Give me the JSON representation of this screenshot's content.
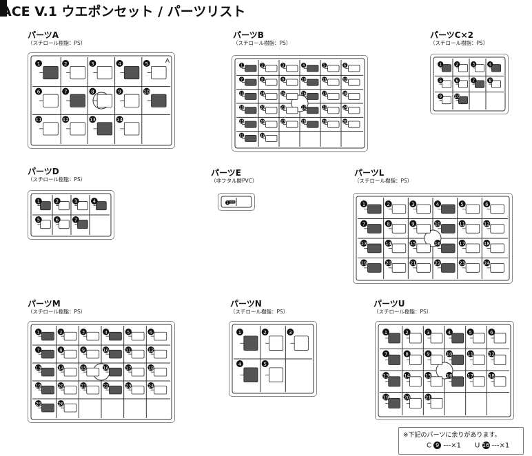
{
  "header": {
    "title": "ACE V.1 ウエポンセット / パーツリスト"
  },
  "parts": [
    {
      "id": "A",
      "name": "パーツA",
      "material": "（スチロール樹脂：PS）",
      "corner_letter": "A",
      "max_number": 14
    },
    {
      "id": "B",
      "name": "パーツB",
      "material": "（スチロール樹脂：PS）",
      "max_number": 32
    },
    {
      "id": "C",
      "name": "パーツC×2",
      "material": "（スチロール樹脂：PS）",
      "max_number": 10
    },
    {
      "id": "D",
      "name": "パーツD",
      "material": "（スチロール樹脂：PS）",
      "max_number": 7
    },
    {
      "id": "E",
      "name": "パーツE",
      "material": "（非フタル酸PVC）",
      "max_number": 1
    },
    {
      "id": "L",
      "name": "パーツL",
      "material": "（スチロール樹脂：PS）",
      "max_number": 24
    },
    {
      "id": "M",
      "name": "パーツM",
      "material": "（スチロール樹脂：PS）",
      "max_number": 26
    },
    {
      "id": "N",
      "name": "パーツN",
      "material": "（スチロール樹脂：PS）",
      "max_number": 5
    },
    {
      "id": "U",
      "name": "パーツU",
      "material": "（スチロール樹脂：PS）",
      "max_number": 21
    }
  ],
  "note": {
    "text": "※下記のパーツに余りがあります。",
    "item1_letter": "C",
    "item1_num": "9",
    "item1_count": "---×1",
    "item2_letter": "U",
    "item2_num": "16",
    "item2_count": "---×1"
  }
}
